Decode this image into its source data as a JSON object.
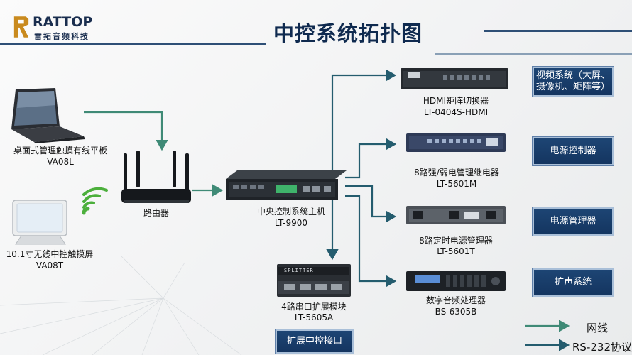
{
  "logo": {
    "brand": "RATTOP",
    "sub": "雷拓音频科技"
  },
  "title": "中控系统拓扑图",
  "devices": {
    "tablet": {
      "name": "桌面式管理触摸有线平板",
      "model": "VA08L"
    },
    "wireless_panel": {
      "name": "10.1寸无线中控触摸屏",
      "model": "VA08T"
    },
    "router": {
      "name": "路由器"
    },
    "main_host": {
      "name": "中央控制系统主机",
      "model": "LT-9900"
    },
    "expander": {
      "name": "4路串口扩展模块",
      "model": "LT-5605A",
      "face_text": "SPLITTER"
    },
    "hdmi_matrix": {
      "name": "HDMI矩阵切换器",
      "model": "LT-0404S-HDMI"
    },
    "relay": {
      "name": "8路强/弱电管理继电器",
      "model": "LT-5601M"
    },
    "power_mgr": {
      "name": "8路定时电源管理器",
      "model": "LT-5601T"
    },
    "dsp": {
      "name": "数字音频处理器",
      "model": "BS-6305B"
    }
  },
  "systems": {
    "video": "视频系统（大屏、摄像机、矩阵等）",
    "power_control": "电源控制器",
    "power_manager": "电源管理器",
    "audio": "扩声系统",
    "expand_interface": "扩展中控接口"
  },
  "legend": {
    "network": "网线",
    "rs232": "RS-232协议"
  },
  "colors": {
    "network_line": "#3f8a76",
    "rs232_line": "#245c6e",
    "title": "#0f2a4f",
    "box": "#1b426f"
  }
}
